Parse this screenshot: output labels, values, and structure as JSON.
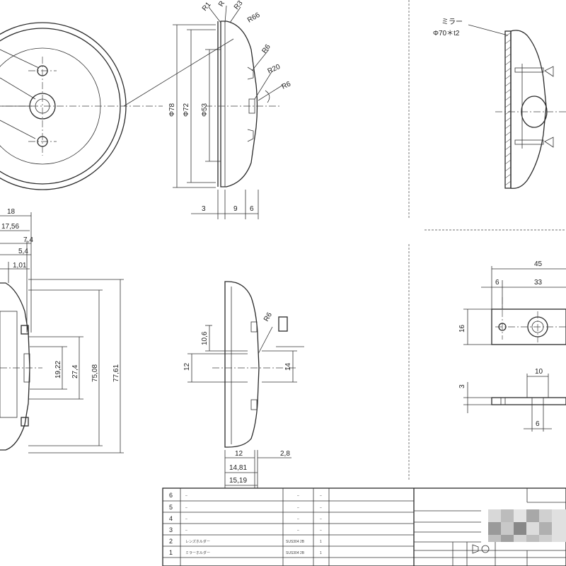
{
  "view_top_left": {
    "radius_labels": [
      "R1",
      "R",
      "R3",
      "R66",
      "R6",
      "R20",
      "R6"
    ],
    "diameter_labels": [
      "Φ78",
      "Φ72",
      "Φ53"
    ],
    "bottom_dims": [
      "3",
      "9",
      "6"
    ]
  },
  "view_top_right": {
    "note_line1": "ミラー",
    "note_line2": "Φ70＊t2"
  },
  "view_mid_left": {
    "top_dims": [
      "18",
      "17,56",
      "7,4",
      "5,4",
      "1,01"
    ],
    "vertical_dims": [
      "19,22",
      "27,4",
      "75,08",
      "77,61"
    ]
  },
  "view_mid_center": {
    "radius_label": "R6",
    "vertical_dims": [
      "10,6",
      "12",
      "14"
    ],
    "bottom_dims": [
      "12",
      "2,8",
      "14,81",
      "15,19"
    ]
  },
  "view_bracket": {
    "top_dims": [
      "45",
      "6",
      "33"
    ],
    "height_dim": "16",
    "side_dims": [
      "3",
      "10",
      "6"
    ]
  },
  "title_block": {
    "rows": [
      {
        "num": "6",
        "name": "–",
        "material": "–",
        "qty": "–"
      },
      {
        "num": "5",
        "name": "–",
        "material": "–",
        "qty": "–"
      },
      {
        "num": "4",
        "name": "–",
        "material": "–",
        "qty": "–"
      },
      {
        "num": "3",
        "name": "–",
        "material": "–",
        "qty": "–"
      },
      {
        "num": "2",
        "name": "レンズホルダー",
        "material": "SUS304 2B",
        "qty": "1"
      },
      {
        "num": "1",
        "name": "ミラーホルダー",
        "material": "SUS304 2B",
        "qty": "1"
      }
    ]
  }
}
